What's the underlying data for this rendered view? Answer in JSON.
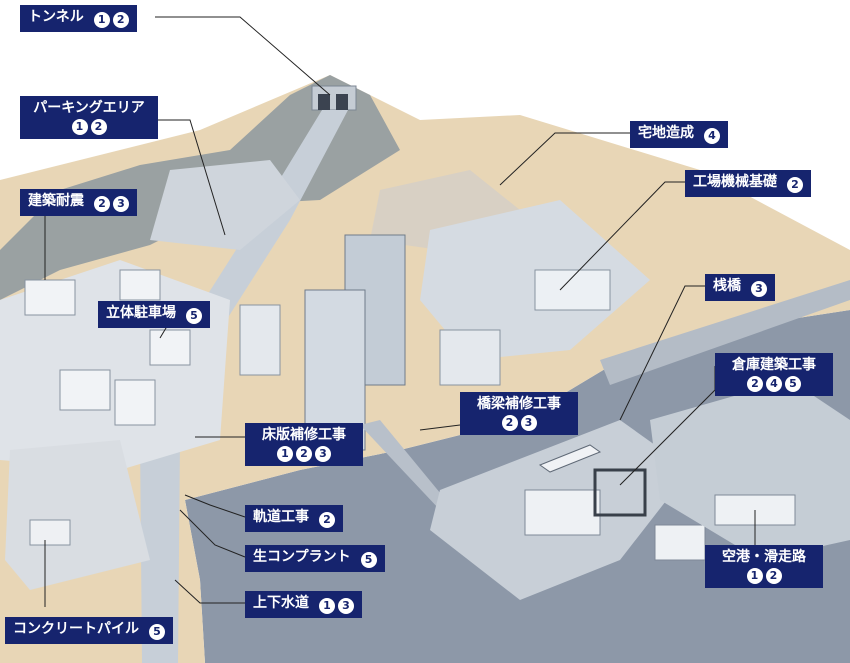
{
  "colors": {
    "label_bg": "#16246e",
    "label_text": "#ffffff",
    "water": "#8d98a8",
    "ground": "#e8d6b6",
    "forest": "#9aa1a2"
  },
  "labels": [
    {
      "id": "tunnel",
      "text": "トンネル",
      "nums": [
        "1",
        "2"
      ]
    },
    {
      "id": "parking",
      "text": "パーキングエリア",
      "nums": [
        "1",
        "2"
      ]
    },
    {
      "id": "seismic",
      "text": "建築耐震",
      "nums": [
        "2",
        "3"
      ]
    },
    {
      "id": "garage",
      "text": "立体駐車場",
      "nums": [
        "5"
      ]
    },
    {
      "id": "slab",
      "text": "床版補修工事",
      "nums": [
        "1",
        "2",
        "3"
      ]
    },
    {
      "id": "track",
      "text": "軌道工事",
      "nums": [
        "2"
      ]
    },
    {
      "id": "concrete",
      "text": "生コンプラント",
      "nums": [
        "5"
      ]
    },
    {
      "id": "water",
      "text": "上下水道",
      "nums": [
        "1",
        "3"
      ]
    },
    {
      "id": "pile",
      "text": "コンクリートパイル",
      "nums": [
        "5"
      ]
    },
    {
      "id": "land",
      "text": "宅地造成",
      "nums": [
        "4"
      ]
    },
    {
      "id": "machine",
      "text": "工場機械基礎",
      "nums": [
        "2"
      ]
    },
    {
      "id": "pier",
      "text": "桟橋",
      "nums": [
        "3"
      ]
    },
    {
      "id": "warehouse",
      "text": "倉庫建築工事",
      "nums": [
        "2",
        "4",
        "5"
      ]
    },
    {
      "id": "bridge",
      "text": "橋梁補修工事",
      "nums": [
        "2",
        "3"
      ]
    },
    {
      "id": "airport",
      "text": "空港・滑走路",
      "nums": [
        "1",
        "2"
      ]
    }
  ]
}
